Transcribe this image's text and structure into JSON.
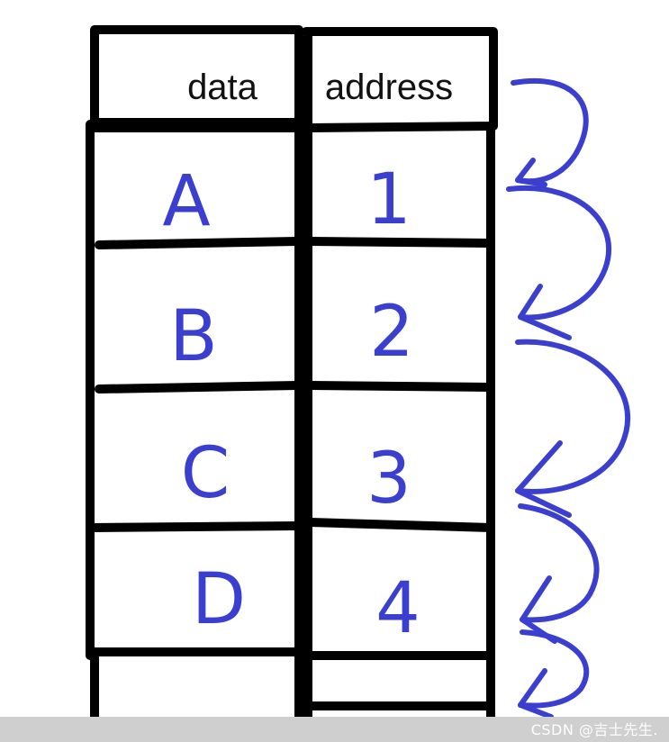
{
  "table": {
    "headers": {
      "data": "data",
      "address": "address"
    },
    "rows": [
      {
        "data": "A",
        "address": "1"
      },
      {
        "data": "B",
        "address": "2"
      },
      {
        "data": "C",
        "address": "3"
      },
      {
        "data": "D",
        "address": "4"
      }
    ]
  },
  "watermark": "CSDN @吉士先生.",
  "colors": {
    "ink": "#000000",
    "handwriting": "#3a3fd0"
  }
}
